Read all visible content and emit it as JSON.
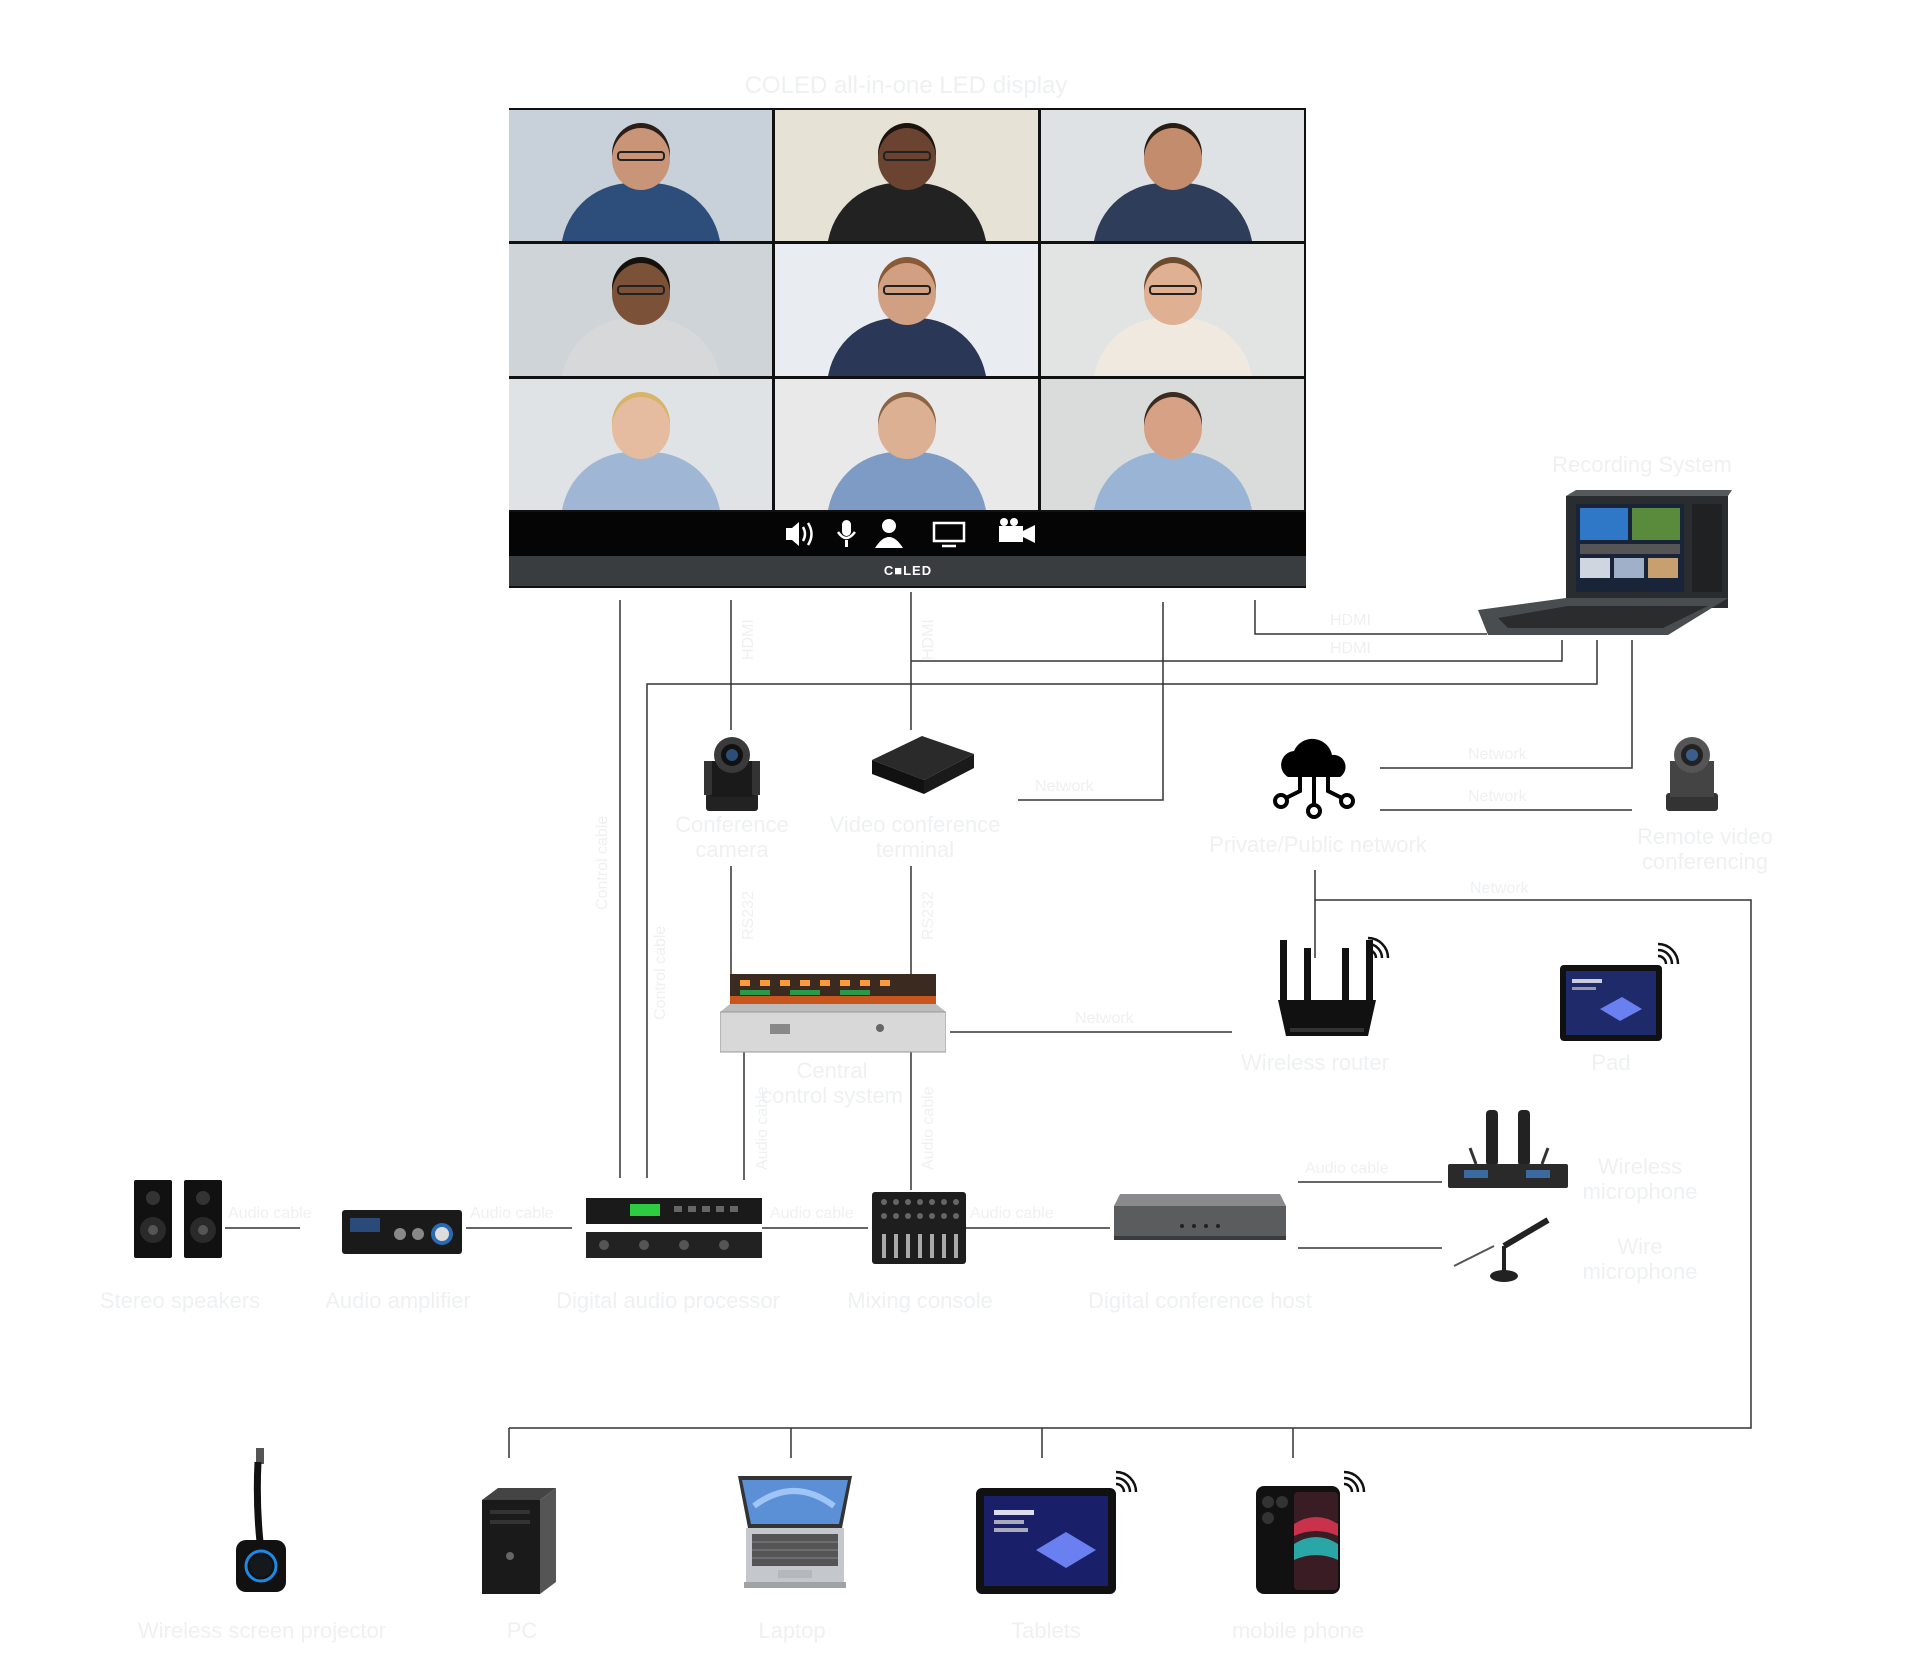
{
  "display": {
    "title": "COLED all-in-one LED display",
    "brand": "C■LED",
    "toolbar_icons": [
      "speaker-icon",
      "microphone-icon",
      "person-icon",
      "monitor-icon",
      "video-camera-icon"
    ],
    "tiles": [
      {
        "bg": "#c8d0da",
        "skin": "#c99578",
        "shirt": "#2d4e7a",
        "hair": "#2a1e16",
        "glasses": true
      },
      {
        "bg": "#e6e2d6",
        "skin": "#6b4431",
        "shirt": "#222222",
        "hair": "#1c130e",
        "glasses": true
      },
      {
        "bg": "#dfe2e4",
        "skin": "#c38d6d",
        "shirt": "#2e3d5a",
        "hair": "#2a1c12",
        "glasses": false
      },
      {
        "bg": "#cfd4d8",
        "skin": "#7b5138",
        "shirt": "#d6d8da",
        "hair": "#14100c",
        "glasses": true
      },
      {
        "bg": "#e9edf2",
        "skin": "#d19f82",
        "shirt": "#2b3756",
        "hair": "#8a5a36",
        "glasses": true
      },
      {
        "bg": "#e2e4e4",
        "skin": "#dfb092",
        "shirt": "#efe9e0",
        "hair": "#6b4a2e",
        "glasses": true
      },
      {
        "bg": "#dfe3e6",
        "skin": "#e6bca0",
        "shirt": "#9fb6d4",
        "hair": "#d7b46a",
        "glasses": false
      },
      {
        "bg": "#e9e9ea",
        "skin": "#dcb093",
        "shirt": "#7d9bc4",
        "hair": "#8a6444",
        "glasses": false
      },
      {
        "bg": "#dadcdc",
        "skin": "#d7a185",
        "shirt": "#9ab4d6",
        "hair": "#3a2a20",
        "glasses": false
      }
    ]
  },
  "devices": {
    "recording_system": "Recording System",
    "conference_camera": "Conference\ncamera",
    "video_conference_terminal": "Video conference\nterminal",
    "network": "Private/Public network",
    "remote_conferencing": "Remote video\nconferencing",
    "central_control": "Central\ncontrol system",
    "wireless_router": "Wireless router",
    "control_tablet": "Pad",
    "wireless_microphone": "Wireless\nmicrophone",
    "wired_microphone": "Wire\nmicrophone",
    "stereo_speakers": "Stereo speakers",
    "audio_amplifier": "Audio amplifier",
    "digital_audio_processor": "Digital audio processor",
    "mixing_console": "Mixing console",
    "digital_conference_host": "Digital conference host",
    "wireless_screen_projector": "Wireless screen projector",
    "pc": "PC",
    "laptop": "Laptop",
    "tablet": "Tablets",
    "mobile_phone": "mobile phone"
  },
  "wires": {
    "hdmi_a": "HDMI",
    "hdmi_b": "HDMI",
    "hdmi_c": "HDMI",
    "hdmi_d": "HDMI",
    "network_a": "Network",
    "network_b": "Network",
    "network_c": "Network",
    "network_d": "Network",
    "network_e": "Network",
    "audio_a": "Audio cable",
    "audio_b": "Audio cable",
    "audio_c": "Audio cable",
    "audio_d": "Audio cable",
    "audio_e": "Audio cable",
    "audio_f": "Audio cable",
    "audio_g": "Audio cable",
    "rs232_a": "RS232",
    "rs232_b": "RS232",
    "control_a": "Control cable",
    "control_b": "Control cable"
  }
}
